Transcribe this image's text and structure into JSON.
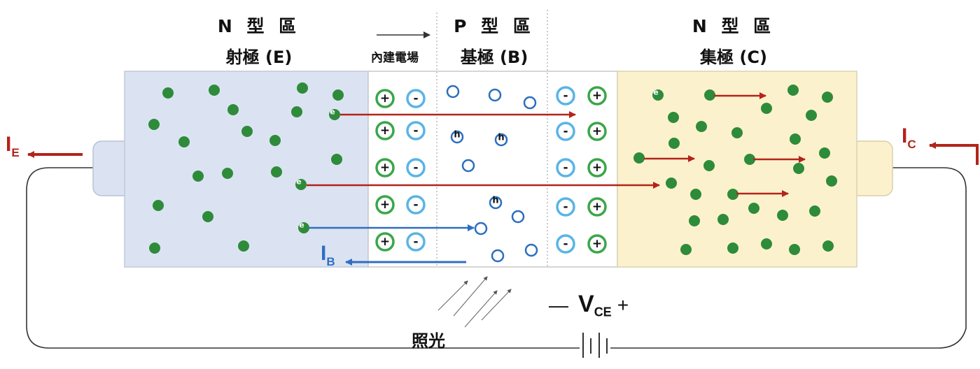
{
  "regions": {
    "emitter": {
      "type": "N 型 區",
      "name": "射極 (E)"
    },
    "base": {
      "type": "P 型 區",
      "name": "基極 (B)"
    },
    "collector": {
      "type": "N 型 區",
      "name": "集極 (C)"
    }
  },
  "builtin_field": "內建電場",
  "currents": {
    "ie": {
      "main": "I",
      "sub": "E"
    },
    "ib": {
      "main": "I",
      "sub": "B"
    },
    "ic": {
      "main": "I",
      "sub": "C"
    }
  },
  "illumination": "照光",
  "voltage": {
    "minus": "—",
    "main": "V",
    "sub": "CE",
    "plus": "+"
  },
  "carrier_labels": {
    "electron": "e",
    "hole": "h"
  },
  "ion_signs": {
    "plus": "+",
    "minus": "-"
  },
  "colors": {
    "emitter_fill": "#dbe3f3",
    "collector_fill": "#fcf1cd",
    "electron": "#2e8b3a",
    "hole": "#2c6fbd",
    "ion_blue": "#5ab4e6",
    "ion_green": "#3aa64a",
    "arrow_red": "#b3241b",
    "arrow_blue": "#2f6fc0"
  }
}
